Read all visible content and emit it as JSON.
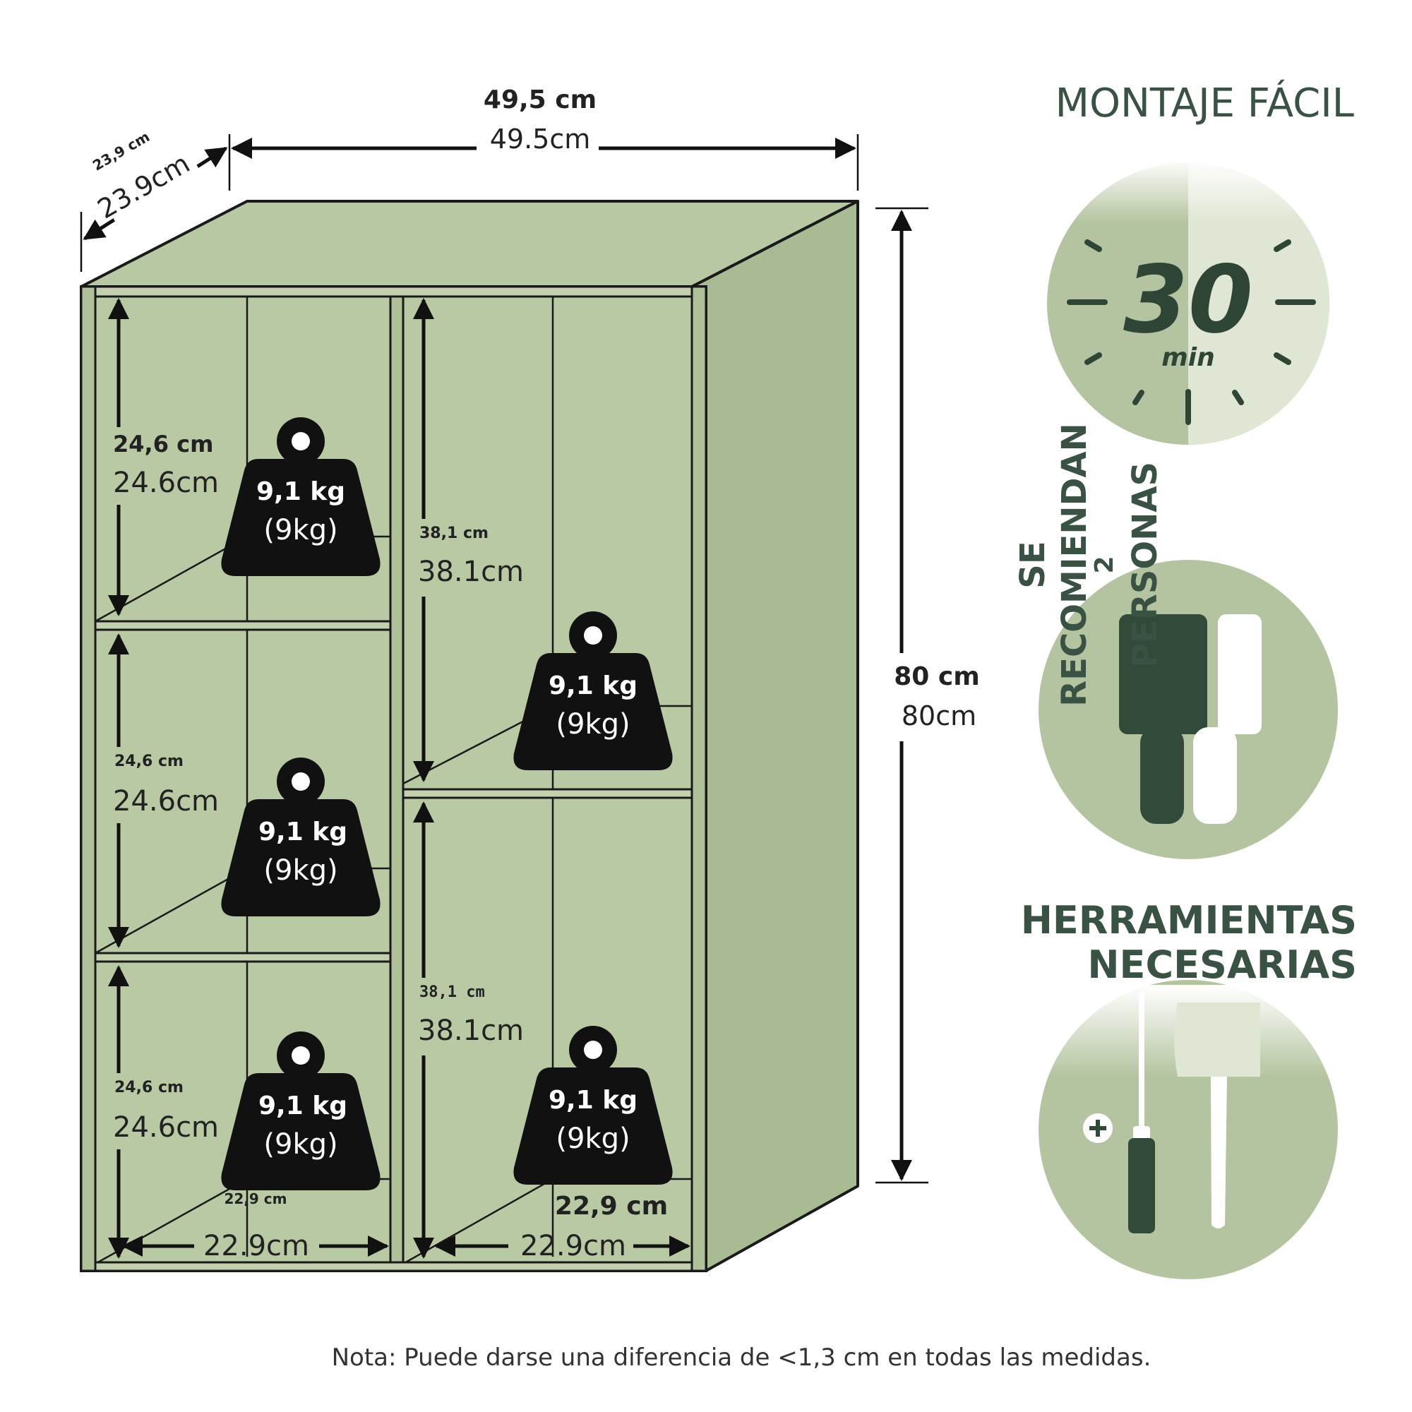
{
  "dimensions": {
    "width_metric": "49,5 cm",
    "width_plain": "49.5cm",
    "depth_metric": "23,9 cm",
    "depth_plain": "23.9cm",
    "height_metric": "80 cm",
    "height_plain": "80cm"
  },
  "compartments": {
    "left_top_h_metric": "24,6 cm",
    "left_top_h_plain": "24.6cm",
    "left_mid_h_metric": "24,6 cm",
    "left_mid_h_plain": "24.6cm",
    "left_bot_h_metric": "24,6 cm",
    "left_bot_h_plain": "24.6cm",
    "right_top_h_metric": "38,1 cm",
    "right_top_h_plain": "38.1cm",
    "right_bot_h_metric": "38,1 cm",
    "right_bot_h_plain": "38.1cm",
    "left_w_metric": "22,9 cm",
    "left_w_plain": "22.9cm",
    "right_w_metric": "22,9 cm",
    "right_w_plain": "22.9cm"
  },
  "weights": [
    {
      "metric": "9,1 kg",
      "plain": "(9kg)"
    },
    {
      "metric": "9,1 kg",
      "plain": "(9kg)"
    },
    {
      "metric": "9,1 kg",
      "plain": "(9kg)"
    },
    {
      "metric": "9,1 kg",
      "plain": "(9kg)"
    },
    {
      "metric": "9,1 kg",
      "plain": "(9kg)"
    }
  ],
  "assembly": {
    "title": "MONTAJE FÁCIL",
    "time_value": "30",
    "time_unit": "min"
  },
  "people": {
    "line1": "SE",
    "line2": "RECOMIENDAN",
    "line3": "2",
    "line4": "PERSONAS"
  },
  "tools": {
    "title_line1": "HERRAMIENTAS",
    "title_line2": "NECESARIAS"
  },
  "note": "Nota: Puede darse una diferencia de <1,3 cm en todas las medidas.",
  "colors": {
    "shelf_fill": "#b8c8a2",
    "shelf_side": "#a9bb92",
    "outline": "#1a1a1a",
    "circle_light": "#b5c4a0",
    "circle_pale": "#dfe6d3",
    "dark_green": "#324a3a",
    "weight_fill": "#111111"
  }
}
